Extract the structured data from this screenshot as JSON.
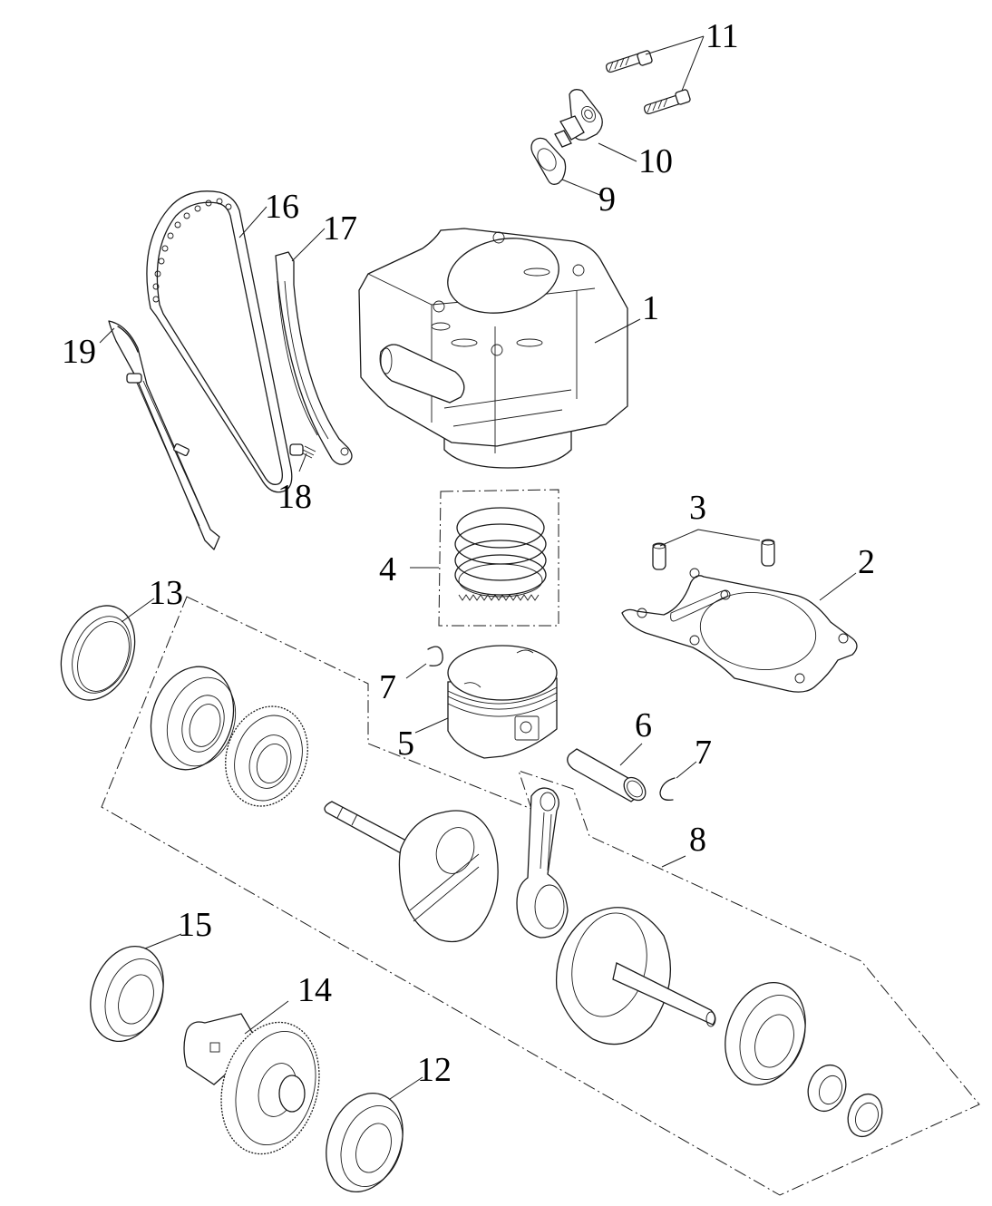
{
  "diagram": {
    "type": "exploded-parts-diagram",
    "subject": "Engine cylinder, piston and crankshaft assembly",
    "line_color": "#1a1a1a",
    "background": "#ffffff",
    "callouts": [
      {
        "id": "1",
        "label": "1",
        "part": "cylinder"
      },
      {
        "id": "2",
        "label": "2",
        "part": "cylinder-base-gasket"
      },
      {
        "id": "3",
        "label": "3",
        "part": "dowel-pins"
      },
      {
        "id": "4",
        "label": "4",
        "part": "piston-ring-set"
      },
      {
        "id": "5",
        "label": "5",
        "part": "piston"
      },
      {
        "id": "6",
        "label": "6",
        "part": "piston-pin"
      },
      {
        "id": "7a",
        "label": "7",
        "part": "piston-pin-clip-left"
      },
      {
        "id": "7b",
        "label": "7",
        "part": "piston-pin-clip-right"
      },
      {
        "id": "8",
        "label": "8",
        "part": "crankshaft-assembly"
      },
      {
        "id": "9",
        "label": "9",
        "part": "tensioner-gasket"
      },
      {
        "id": "10",
        "label": "10",
        "part": "cam-chain-tensioner"
      },
      {
        "id": "11",
        "label": "11",
        "part": "tensioner-bolts"
      },
      {
        "id": "12",
        "label": "12",
        "part": "balancer-bearing-right"
      },
      {
        "id": "13",
        "label": "13",
        "part": "oil-seal"
      },
      {
        "id": "14",
        "label": "14",
        "part": "balancer-shaft"
      },
      {
        "id": "15",
        "label": "15",
        "part": "balancer-bearing-left"
      },
      {
        "id": "16",
        "label": "16",
        "part": "cam-chain"
      },
      {
        "id": "17",
        "label": "17",
        "part": "chain-guide"
      },
      {
        "id": "18",
        "label": "18",
        "part": "guide-bolt"
      },
      {
        "id": "19",
        "label": "19",
        "part": "tensioner-slipper"
      }
    ]
  }
}
